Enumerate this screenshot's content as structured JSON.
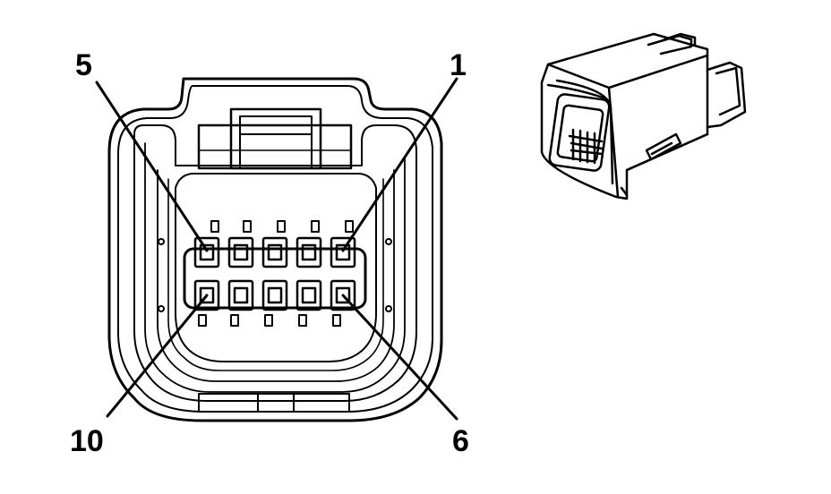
{
  "diagram": {
    "type": "connector-face-view",
    "pin_count": 10,
    "rows": 2,
    "pins_per_row": 5,
    "callouts": {
      "top_left": "5",
      "top_right": "1",
      "bottom_left": "10",
      "bottom_right": "6"
    },
    "line_color": "#000000",
    "background": "#ffffff"
  }
}
